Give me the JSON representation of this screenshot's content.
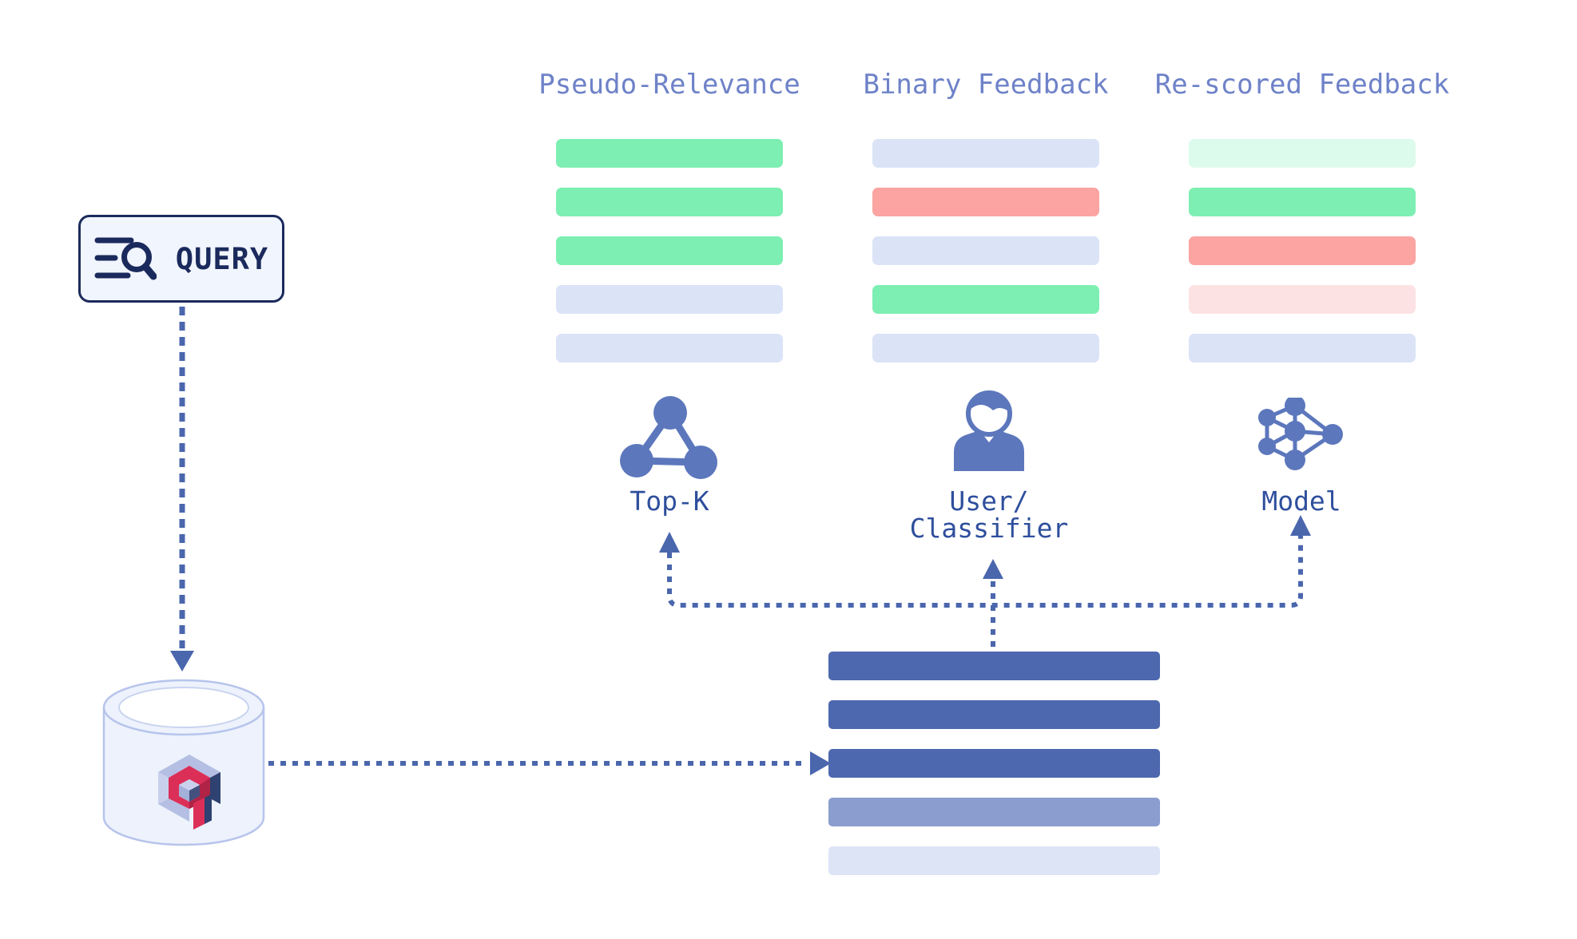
{
  "query_box": {
    "label": "QUERY"
  },
  "database": {
    "logo": "qdrant-logo"
  },
  "columns": [
    {
      "title": "Pseudo-Relevance",
      "bars": [
        "green",
        "green",
        "green",
        "neutral",
        "neutral"
      ],
      "selector_icon": "cluster-icon",
      "selector_label": "Top-K"
    },
    {
      "title": "Binary Feedback",
      "bars": [
        "neutral",
        "red",
        "neutral",
        "green",
        "neutral"
      ],
      "selector_icon": "user-icon",
      "selector_label": "User/\nClassifier"
    },
    {
      "title": "Re-scored Feedback",
      "bars": [
        "green-faint",
        "green",
        "red",
        "red-faint",
        "neutral"
      ],
      "selector_icon": "model-icon",
      "selector_label": "Model"
    }
  ],
  "results_stack": {
    "bars": [
      "dark",
      "dark",
      "dark",
      "medium",
      "light"
    ]
  },
  "palette": {
    "green": "#7DEFB2",
    "green-faint": "#DDFBED",
    "red": "#FBA4A1",
    "red-faint": "#FDE2E3",
    "neutral": "#DBE3F7",
    "dark": "#4D68AE",
    "medium": "#8B9CCE",
    "light": "#DDE4F6",
    "arrow": "#4A66AD",
    "icon_blue": "#5C77BC",
    "header_text": "#6E82C8",
    "label_text": "#2F4F9D",
    "navy": "#1B2A5C",
    "logo_red": "#DC2F58",
    "logo_red_dark": "#B02347",
    "logo_periwinkle": "#B4BFE3",
    "logo_periwinkle_light": "#C8D0EC",
    "logo_navy": "#2E4170"
  }
}
